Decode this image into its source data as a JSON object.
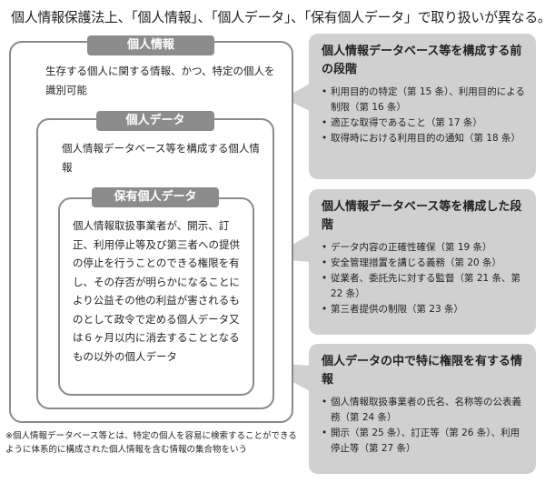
{
  "title": "個人情報保護法上、「個人情報」、「個人データ」、「保有個人データ」で取り扱いが異なる。",
  "personal_info": {
    "label": "個人情報",
    "description": "生存する個人に関する情報、かつ、特定の個人を識別可能"
  },
  "personal_data": {
    "label": "個人データ",
    "description": "個人情報データベース等を構成する個人情報"
  },
  "retained_data": {
    "label": "保有個人データ",
    "description": "個人情報取扱事業者が、開示、訂正、利用停止等及び第三者への提供の停止を行うことのできる権限を有し、その存否が明らかになることにより公益その他の利益が害されるものとして政令で定める個人データ又は６ヶ月以内に消去することとなるもの以外の個人データ"
  },
  "note": "※個人情報データベース等とは、特定の個人を容易に検索することができるように体系的に構成された個人情報を含む情報の集合物をいう",
  "callouts": [
    {
      "title": "個人情報データベース等を構成する前の段階",
      "items": [
        "利用目的の特定（第 15 条）、利用目的による制限（第 16 条）",
        "適正な取得であること（第 17 条）",
        "取得時における利用目的の通知（第 18 条）"
      ]
    },
    {
      "title": "個人情報データベース等を構成した段階",
      "items": [
        "データ内容の正確性確保（第 19 条）",
        "安全管理措置を講じる義務（第 20 条）",
        "従業者、委託先に対する監督（第 21 条、第 22 条）",
        "第三者提供の制限（第 23 条）"
      ]
    },
    {
      "title": "個人データの中で特に権限を有する情報",
      "items": [
        "個人情報取扱事業者の氏名、名称等の公表義務（第 24 条）",
        "開示（第 25 条）、訂正等（第 26 条）、利用停止等（第 27 条）"
      ]
    }
  ]
}
